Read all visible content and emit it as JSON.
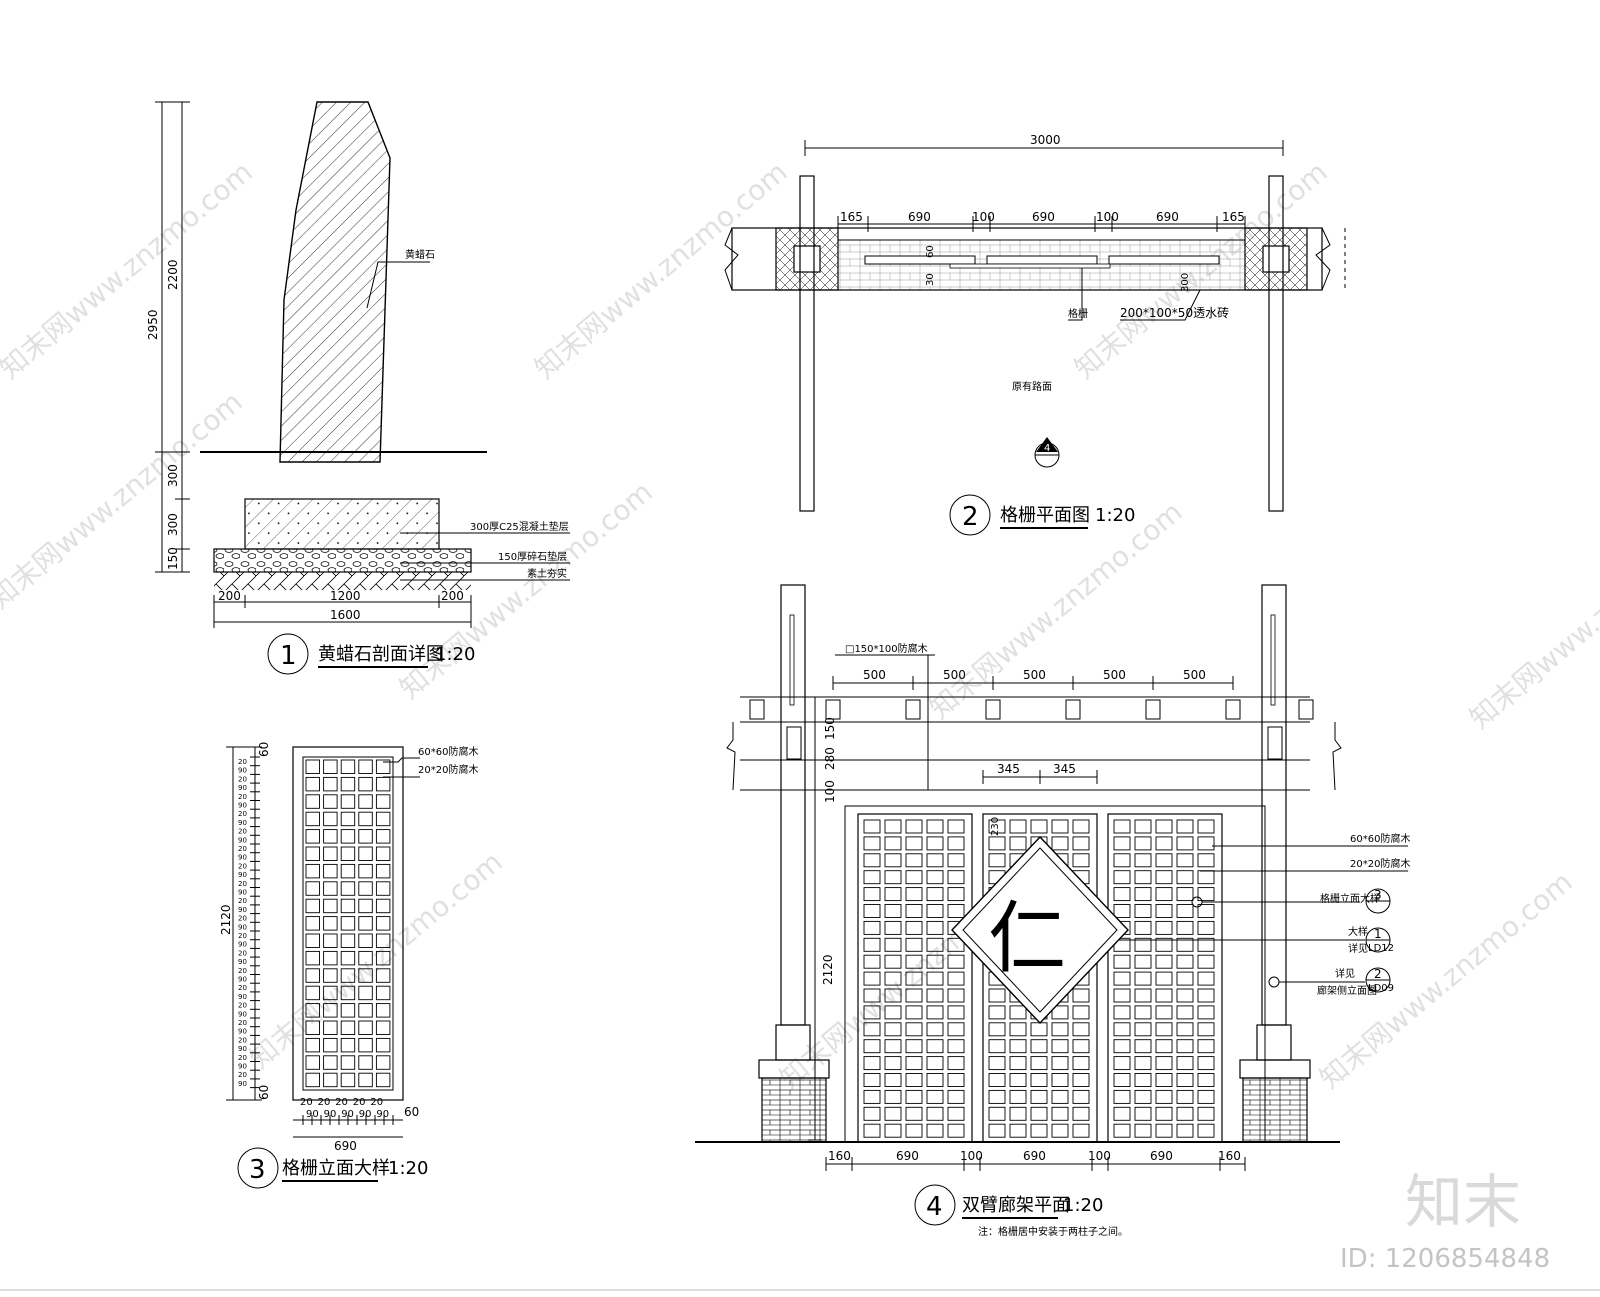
{
  "watermark": {
    "text": "知末网www.znzmo.com",
    "brand": "知末",
    "id": "ID: 1206854848"
  },
  "d1": {
    "num": "1",
    "title": "黄蜡石剖面详图",
    "scale": "1:20",
    "dim_total": "2950",
    "dim_above": "2200",
    "dim_300a": "300",
    "dim_300b": "300",
    "dim_150": "150",
    "dim_200l": "200",
    "dim_1200": "1200",
    "dim_200r": "200",
    "dim_1600": "1600",
    "lbl_stone": "黄蜡石",
    "lbl_concrete": "300厚C25混凝土垫层",
    "lbl_gravel": "150厚碎石垫层",
    "lbl_soil": "素土夯实"
  },
  "d2": {
    "num": "2",
    "title": "格栅平面图",
    "scale": "1:20",
    "dim_3000": "3000",
    "dims_top": [
      "165",
      "690",
      "100",
      "690",
      "100",
      "690",
      "165"
    ],
    "dim_60": "60",
    "dim_30": "30",
    "dim_300": "300",
    "lbl_grille": "格栅",
    "lbl_brick": "200*100*50透水砖",
    "lbl_road": "原有路面",
    "section_mark": "4"
  },
  "d3": {
    "num": "3",
    "title": "格栅立面大样",
    "scale": "1:20",
    "dim_2120": "2120",
    "dim_690": "690",
    "dim_60": "60",
    "v20": "20",
    "v90": "90",
    "lbl_60": "60*60防腐木",
    "lbl_20": "20*20防腐木"
  },
  "d4": {
    "num": "4",
    "title": "双臂廊架平面",
    "scale": "1:20",
    "lbl_beam": "□150*100防腐木",
    "dims_top": [
      "500",
      "500",
      "500",
      "500",
      "500"
    ],
    "dims_345": [
      "345",
      "345"
    ],
    "dim_150": "150",
    "dim_280": "280",
    "dim_100": "100",
    "dim_230": "230",
    "dim_2120": "2120",
    "dims_bottom": [
      "160",
      "690",
      "100",
      "690",
      "100",
      "690",
      "160"
    ],
    "char": "仁",
    "lbl_60": "60*60防腐木",
    "lbl_20": "20*20防腐木",
    "lbl_ref3": "格栅立面大样",
    "ref3_num": "3",
    "lbl_ref_big": "大样",
    "lbl_ref_see": "详见",
    "ref1_num": "1",
    "ref1_sheet": "LD12",
    "lbl_ref_see2": "详见",
    "lbl_ref_side": "廊架侧立面图",
    "ref2_num": "2",
    "ref2_sheet": "LD09",
    "note": "注：格栅居中安装于两柱子之间。"
  }
}
